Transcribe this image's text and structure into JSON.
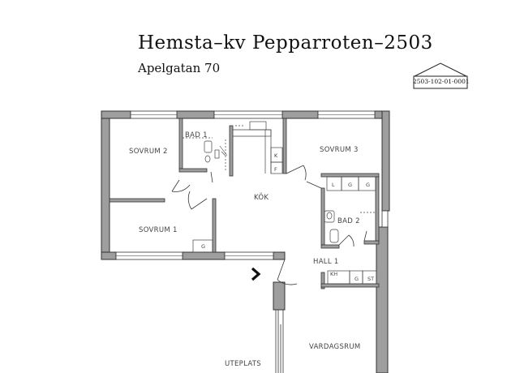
{
  "header": {
    "title": "Hemsta–kv Pepparroten–2503",
    "address": "Apelgatan 70",
    "stamp_code": "2503-102-01-0001"
  },
  "rooms": {
    "sovrum2": "SOVRUM 2",
    "bad1": "BAD 1",
    "sovrum3": "SOVRUM 3",
    "kok": "KÖK",
    "sovrum1": "SOVRUM 1",
    "bad2": "BAD 2",
    "hall1": "HALL 1",
    "vardagsrum": "VARDAGSRUM",
    "uteplats": "UTEPLATS"
  },
  "fixtures": {
    "k": "K",
    "f": "F",
    "l": "L",
    "g": "G",
    "kh": "KH",
    "st": "ST"
  }
}
